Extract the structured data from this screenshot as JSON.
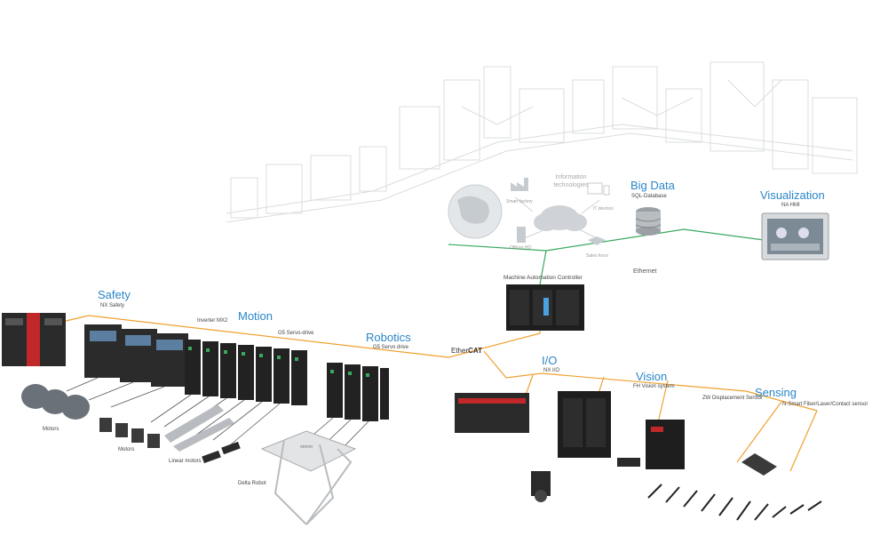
{
  "info": {
    "title": "Information technologies",
    "smart_factory": "Smart factory",
    "it_devices": "IT devices",
    "offices_hq": "Offices HQ",
    "sales_force": "Sales force"
  },
  "big_data": {
    "title": "Big Data",
    "sub": "SQL-Database"
  },
  "visualization": {
    "title": "Visualization",
    "sub": "NA HMI"
  },
  "ethernet": "Ethernet",
  "controller": "Machine Automation Controller",
  "ethercat": {
    "a": "Ether",
    "b": "CAT"
  },
  "safety": {
    "title": "Safety",
    "sub": "NX Safety"
  },
  "motion": {
    "title": "Motion",
    "inverter": "Inverter MX2",
    "servo": "G5 Servo-drive"
  },
  "robotics": {
    "title": "Robotics",
    "sub": "G5 Servo drive"
  },
  "io": {
    "title": "I/O",
    "sub": "NX I/O"
  },
  "vision": {
    "title": "Vision",
    "sub": "FH Vision system"
  },
  "sensing": {
    "title": "Sensing",
    "sub1": "ZW Displacement Sensor",
    "sub2": "N-Smart Fiber/Laser/Contact sensor"
  },
  "labels": {
    "motors1": "Motors",
    "motors2": "Motors",
    "linear": "Linear motors",
    "delta": "Delta Robot"
  },
  "robot_brand": "omron",
  "colors": {
    "accent": "#2a86c8",
    "bus": "#f0a030",
    "ethernet": "#3aa860"
  }
}
